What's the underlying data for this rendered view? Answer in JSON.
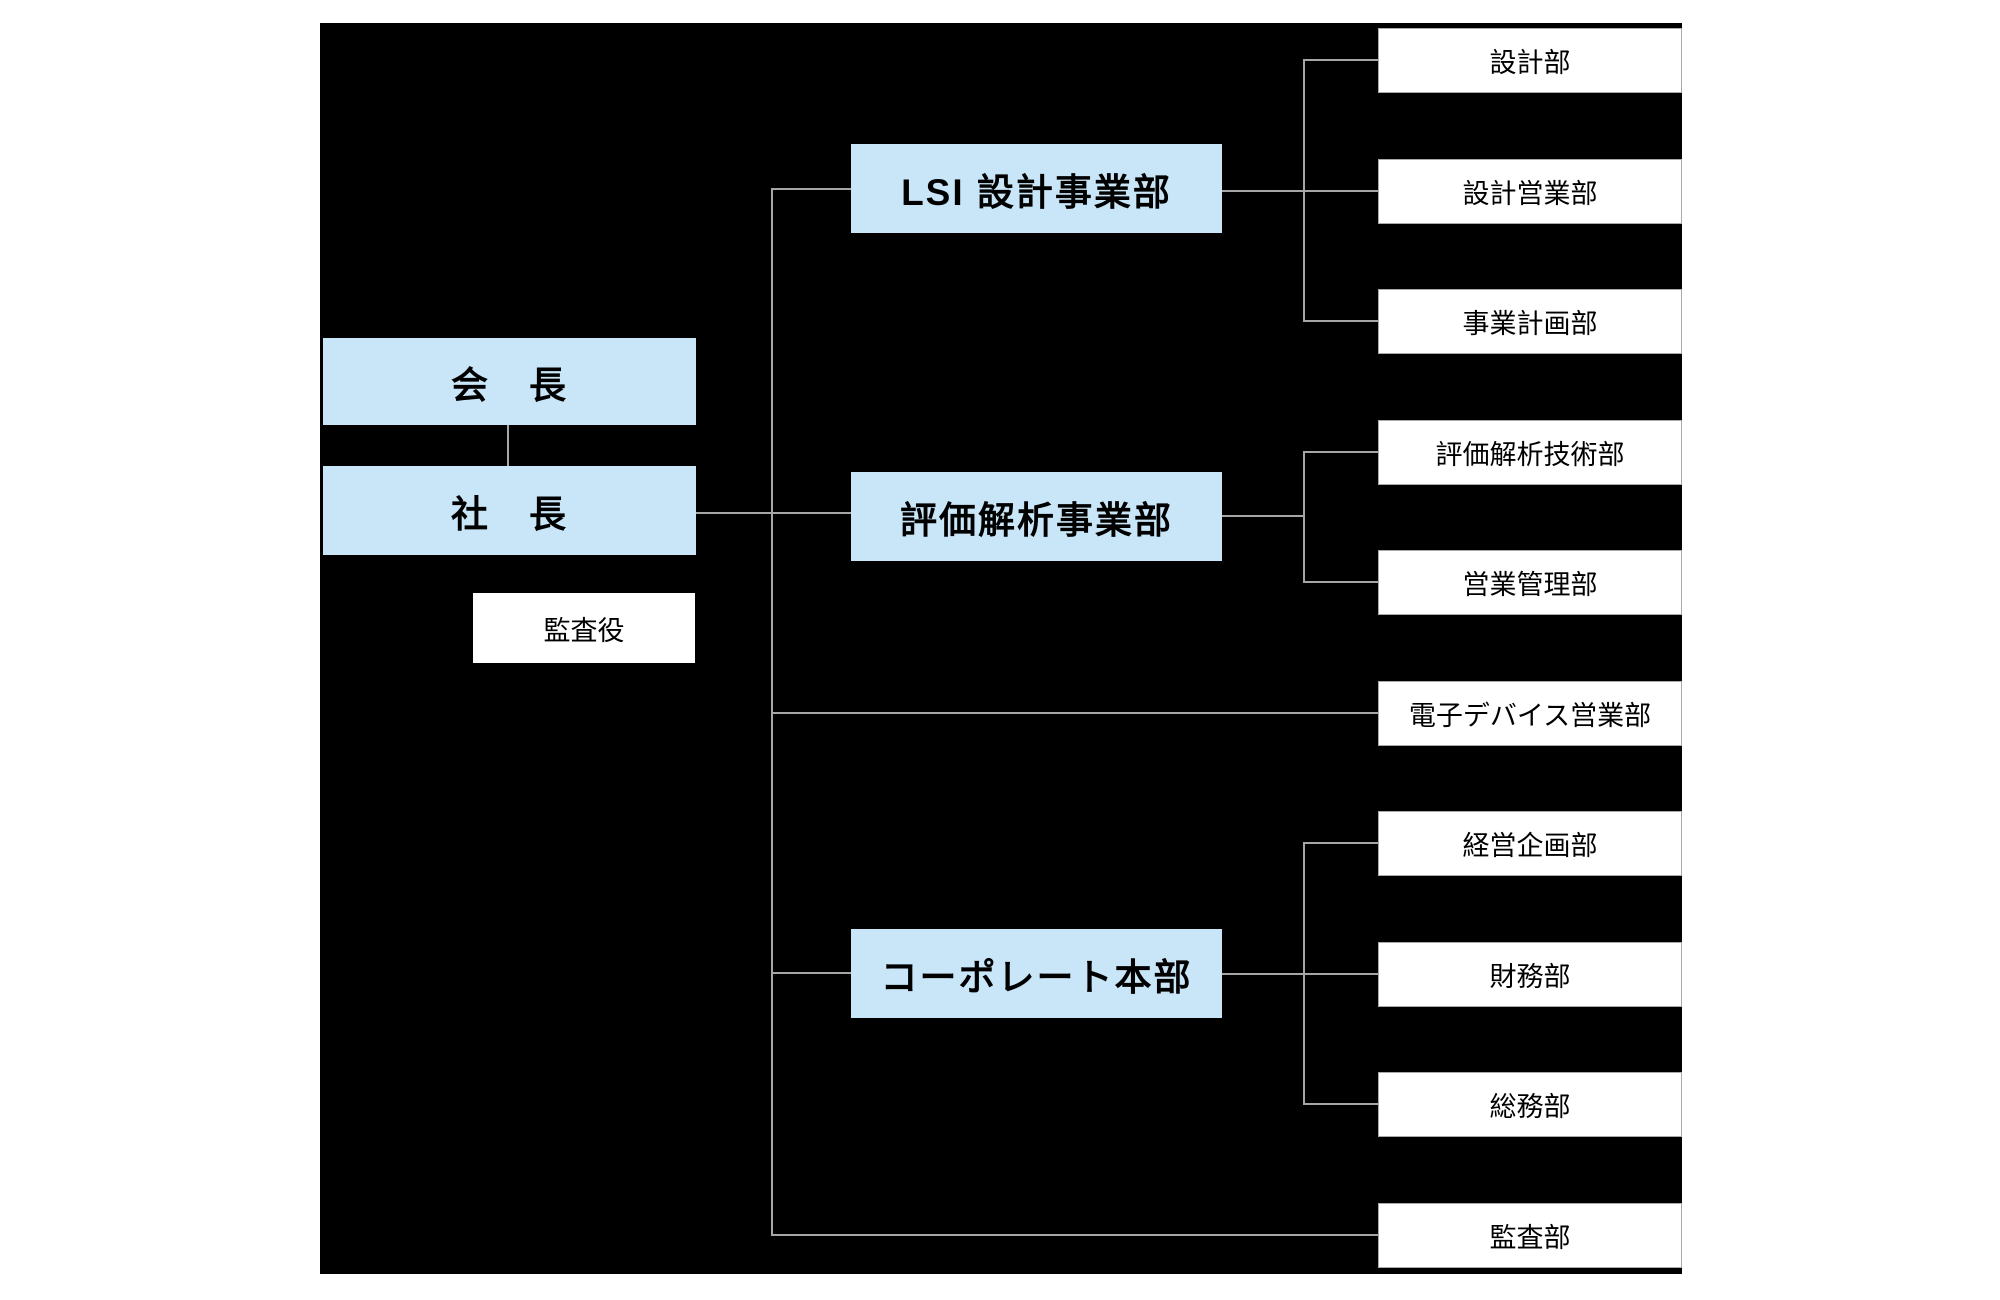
{
  "org_chart": {
    "type": "org-chart",
    "colors": {
      "page_background": "#ffffff",
      "canvas_background": "#000000",
      "division_fill": "#c8e6f8",
      "department_fill": "#ffffff",
      "line_color": "#a6a6a6",
      "text_color": "#000000"
    },
    "executives": {
      "chairman": {
        "label": "会　長"
      },
      "president": {
        "label": "社　長"
      },
      "auditor": {
        "label": "監査役"
      }
    },
    "divisions": [
      {
        "label": "LSI 設計事業部",
        "departments": [
          "設計部",
          "設計営業部",
          "事業計画部"
        ]
      },
      {
        "label": "評価解析事業部",
        "departments": [
          "評価解析技術部",
          "営業管理部"
        ]
      },
      {
        "label": "電子デバイス営業部",
        "departments": []
      },
      {
        "label": "コーポレート本部",
        "departments": [
          "経営企画部",
          "財務部",
          "総務部"
        ]
      },
      {
        "label": "監査部",
        "departments": []
      }
    ]
  }
}
